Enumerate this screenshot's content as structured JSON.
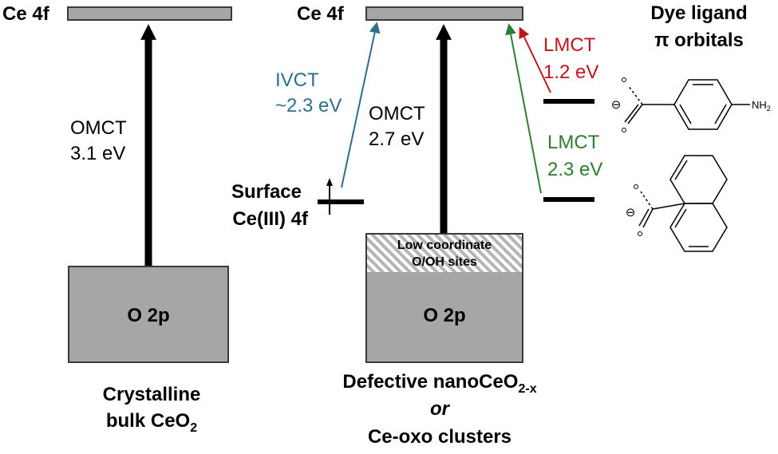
{
  "left": {
    "ce4f_label": "Ce 4f",
    "omct_label": "OMCT",
    "omct_value": "3.1 eV",
    "o2p_label": "O 2p",
    "caption_line1": "Crystalline",
    "caption_line2_main": "bulk CeO",
    "caption_line2_sub": "2"
  },
  "right": {
    "ce4f_label": "Ce 4f",
    "ivct_label": "IVCT",
    "ivct_value": "~2.3 eV",
    "omct_label": "OMCT",
    "omct_value": "2.7 eV",
    "surface_line1": "Surface",
    "surface_line2": "Ce(III) 4f",
    "lowcoord_line1": "Low coordinate",
    "lowcoord_line2": "O/OH sites",
    "o2p_label": "O 2p",
    "caption_line1_main": "Defective nanoCeO",
    "caption_line1_sub": "2-x",
    "caption_line2": "or",
    "caption_line3": "Ce-oxo clusters"
  },
  "dye": {
    "title_line1": "Dye ligand",
    "title_line2": "π  orbitals",
    "lmct_top_label": "LMCT",
    "lmct_top_value": "1.2 eV",
    "lmct_bottom_label": "LMCT",
    "lmct_bottom_value": "2.3 eV",
    "amine_label": "NH",
    "amine_sub": "2",
    "minus_sign": "⊖"
  },
  "colors": {
    "ivct": "#2e6e8e",
    "lmct_top": "#c0151b",
    "lmct_bottom": "#2f7d32",
    "box_fill": "#a6a6a6",
    "box_stroke": "#3a3a3a"
  }
}
